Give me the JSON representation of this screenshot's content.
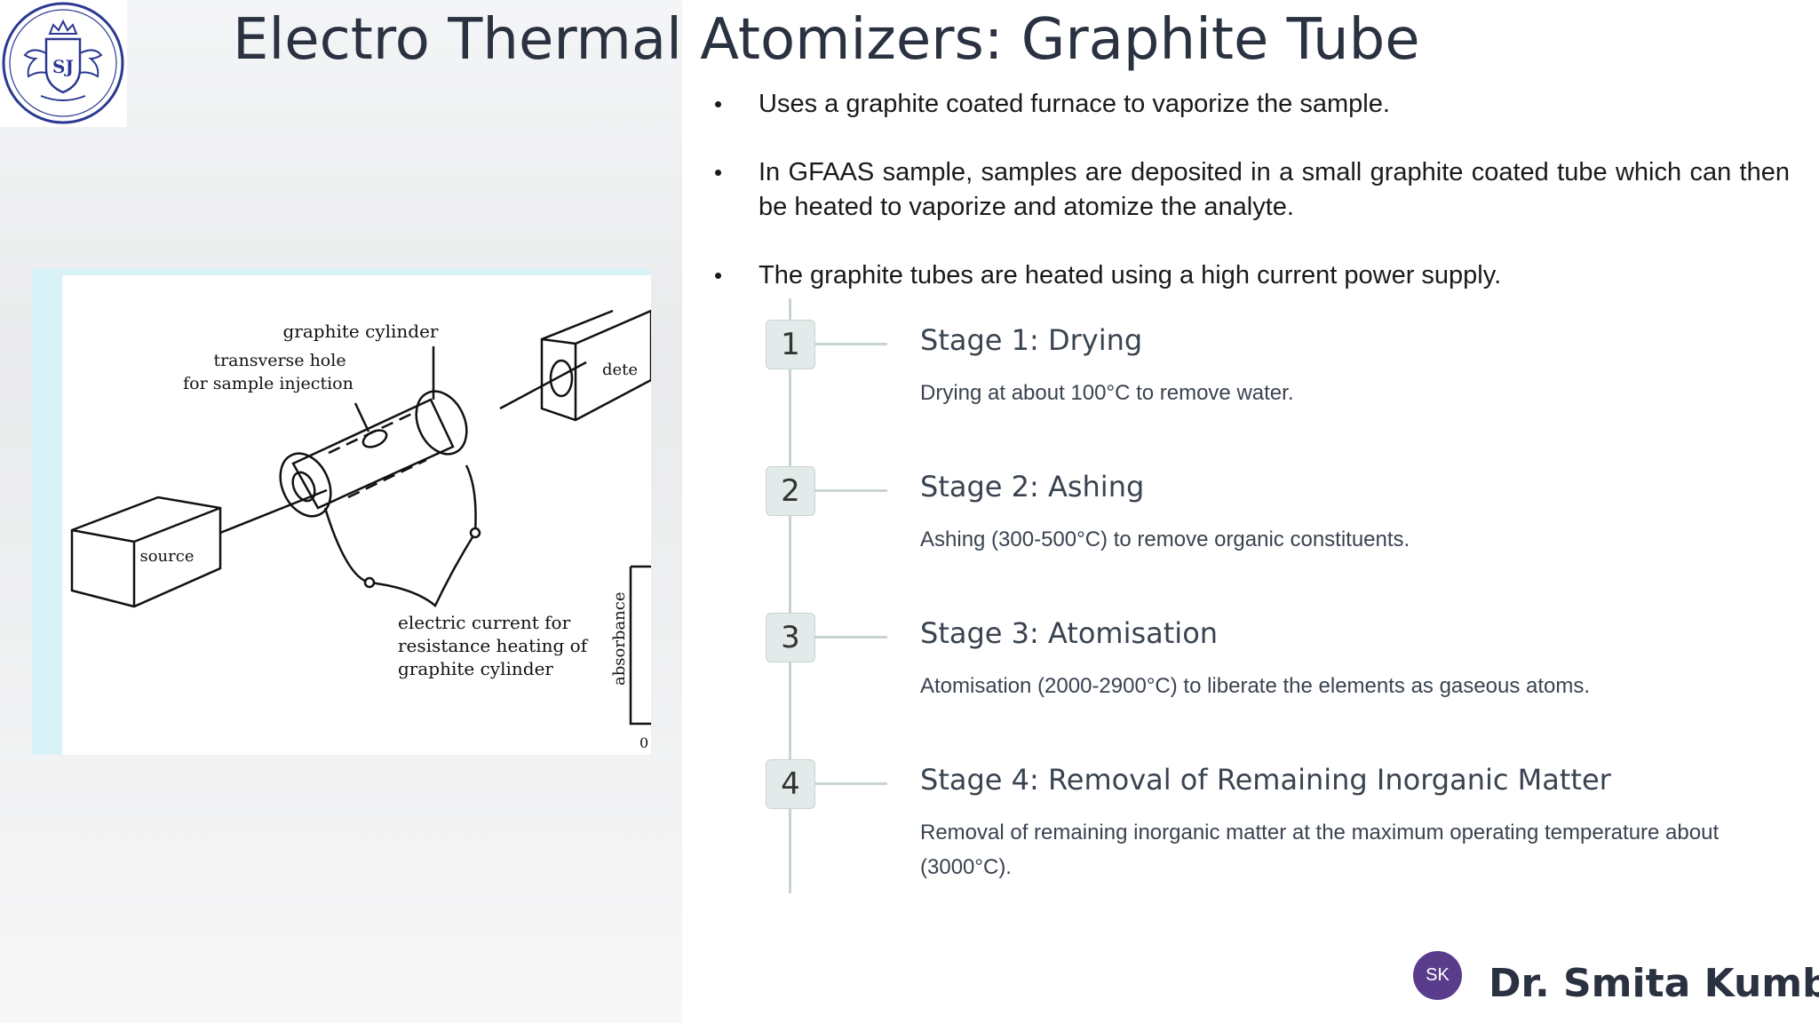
{
  "slide": {
    "title": "Electro Thermal Atomizers: Graphite Tube"
  },
  "logo": {
    "monogram": "SJ"
  },
  "diagram": {
    "labels": {
      "graphite_cylinder": "graphite cylinder",
      "transverse_hole_1": "transverse hole",
      "transverse_hole_2": "for sample injection",
      "detector": "dete",
      "source": "source",
      "electric_1": "electric current for",
      "electric_2": "resistance heating of",
      "electric_3": "graphite cylinder",
      "absorbance": "absorbance",
      "zero": "0"
    }
  },
  "bullets": [
    {
      "text": "Uses a graphite coated furnace to vaporize the sample."
    },
    {
      "text": "In GFAAS sample, samples are deposited in a small graphite coated tube which can then be heated to vaporize and atomize the analyte."
    },
    {
      "text": "The graphite tubes are heated using a high current power  supply."
    }
  ],
  "stages": [
    {
      "number": "1",
      "title": "Stage 1: Drying",
      "description": "Drying at about 100°C to remove water."
    },
    {
      "number": "2",
      "title": "Stage 2: Ashing",
      "description": "Ashing (300-500°C) to remove organic constituents."
    },
    {
      "number": "3",
      "title": "Stage 3: Atomisation",
      "description": "Atomisation (2000-2900°C) to liberate the elements as gaseous atoms."
    },
    {
      "number": "4",
      "title": "Stage 4: Removal of Remaining Inorganic Matter",
      "description": "Removal of remaining inorganic matter at the maximum operating temperature about (3000°C)."
    }
  ],
  "footer": {
    "avatar_initials": "SK",
    "author": "Dr. Smita Kumbha"
  },
  "colors": {
    "title": "#2a3140",
    "avatar": "#5a3c8c",
    "timeline": "#c8d4d4",
    "logo_blue": "#2b3990"
  }
}
